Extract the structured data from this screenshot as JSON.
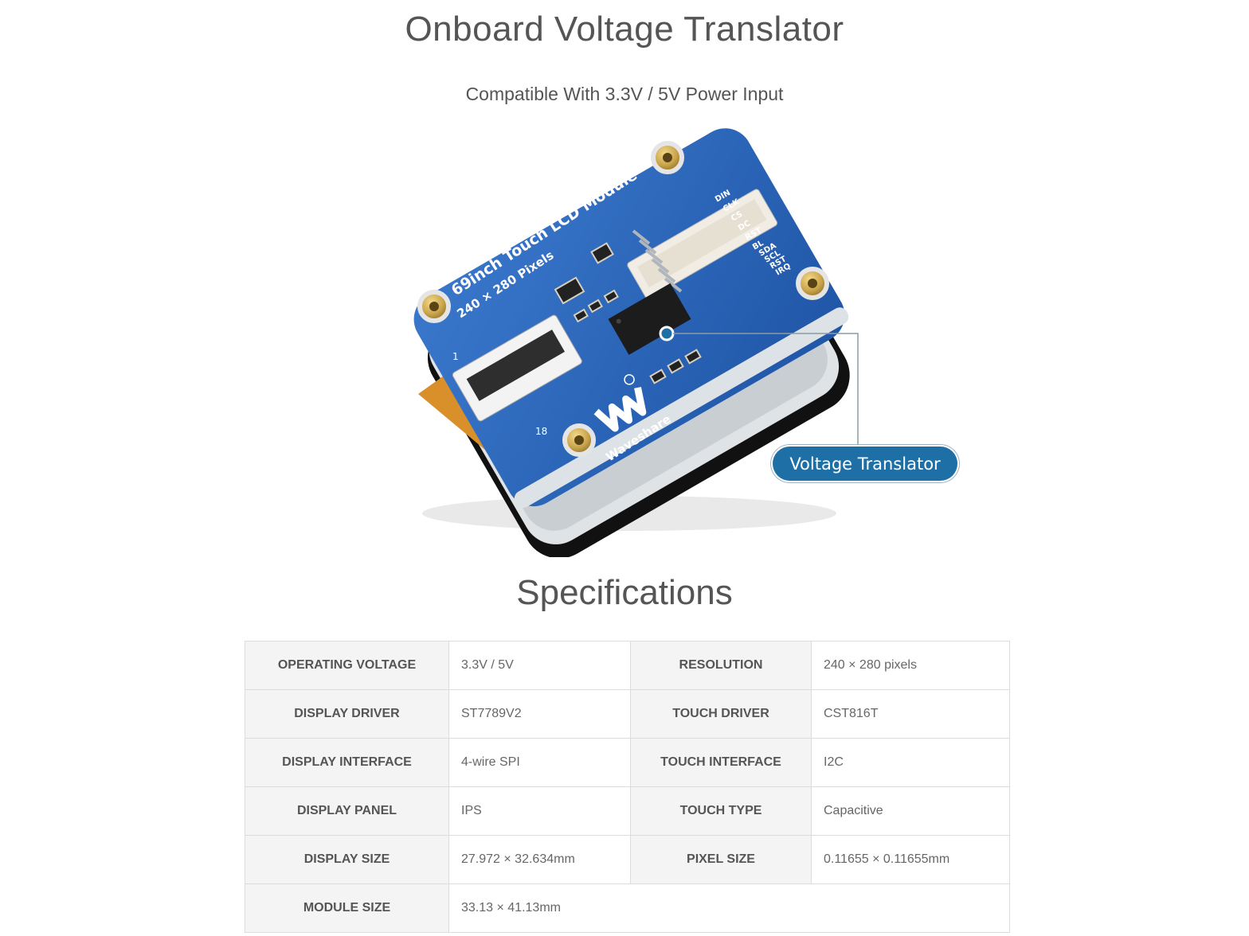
{
  "header": {
    "title": "Onboard Voltage Translator",
    "subtitle": "Compatible With 3.3V / 5V Power Input"
  },
  "product": {
    "board_text": "69inch Touch LCD Module",
    "board_text_2": "240 × 280 Pixels",
    "brand": "Waveshare",
    "pin_labels": [
      "DIN",
      "CLK",
      "CS",
      "DC",
      "RST",
      "BL",
      "SDA",
      "SCL",
      "RST",
      "IRQ"
    ],
    "connector_marks": [
      "1",
      "18"
    ],
    "callout_label": "Voltage Translator",
    "colors": {
      "pcb": "#2a63b8",
      "gold": "#c9a34a",
      "callout": "#1e6fa6"
    }
  },
  "specs": {
    "heading": "Specifications",
    "rows": [
      {
        "k1": "OPERATING VOLTAGE",
        "v1": "3.3V / 5V",
        "k2": "RESOLUTION",
        "v2": "240 × 280 pixels"
      },
      {
        "k1": "DISPLAY DRIVER",
        "v1": "ST7789V2",
        "k2": "TOUCH DRIVER",
        "v2": "CST816T"
      },
      {
        "k1": "DISPLAY INTERFACE",
        "v1": "4-wire SPI",
        "k2": "TOUCH INTERFACE",
        "v2": "I2C"
      },
      {
        "k1": "DISPLAY PANEL",
        "v1": "IPS",
        "k2": "TOUCH TYPE",
        "v2": "Capacitive"
      },
      {
        "k1": "DISPLAY SIZE",
        "v1": "27.972 × 32.634mm",
        "k2": "PIXEL SIZE",
        "v2": "0.11655 × 0.11655mm"
      },
      {
        "k1": "MODULE SIZE",
        "v1": "33.13 × 41.13mm"
      }
    ]
  }
}
